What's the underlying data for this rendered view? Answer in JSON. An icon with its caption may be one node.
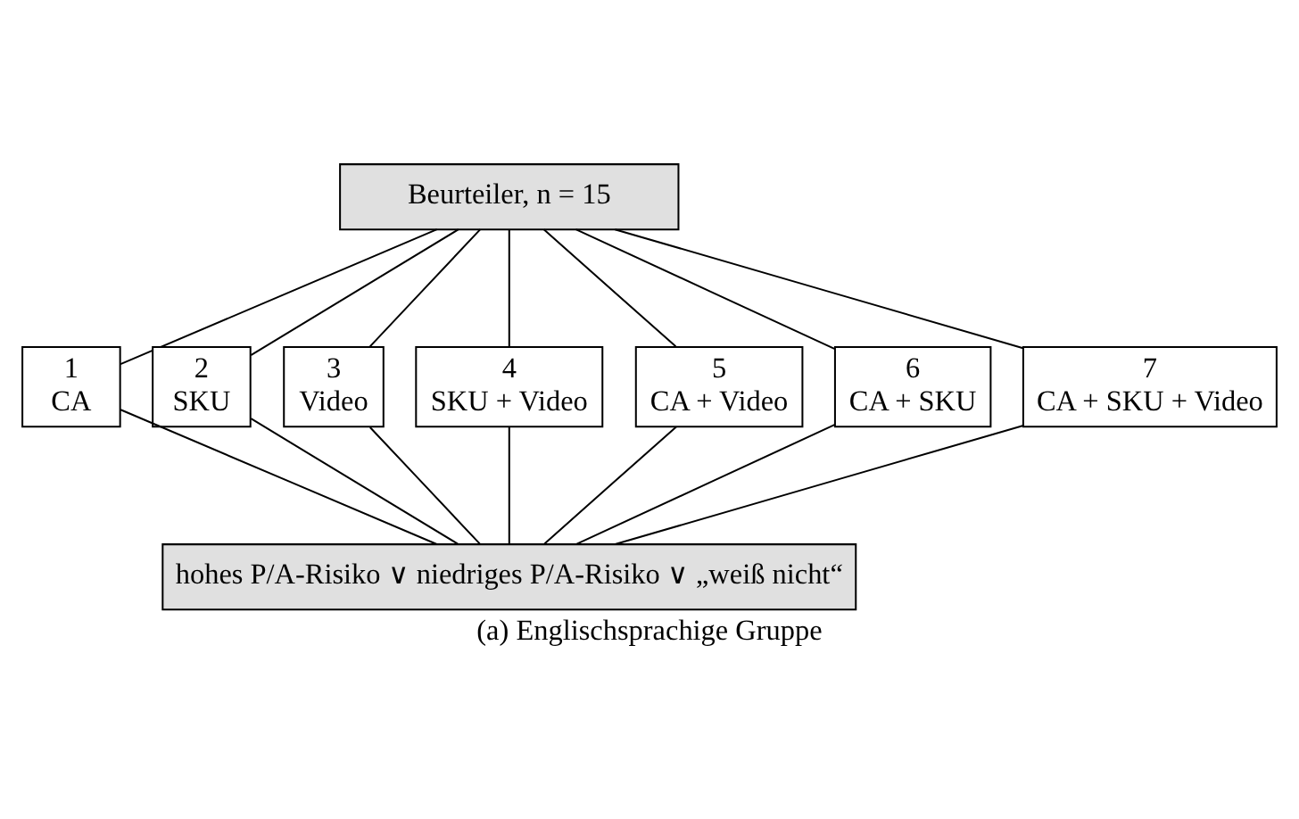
{
  "diagram": {
    "caption": "(a) Englischsprachige Gruppe",
    "nodes": [
      {
        "text": [
          "Beurteiler, n = 15"
        ]
      },
      {
        "text": [
          "1",
          "CA"
        ]
      },
      {
        "text": [
          "2",
          "SKU"
        ]
      },
      {
        "text": [
          "3",
          "Video"
        ]
      },
      {
        "text": [
          "4",
          "SKU + Video"
        ]
      },
      {
        "text": [
          "5",
          "CA + Video"
        ]
      },
      {
        "text": [
          "6",
          "CA + SKU"
        ]
      },
      {
        "text": [
          "7",
          "CA + SKU + Video"
        ]
      },
      {
        "text": [
          "hohes P/A-Risiko ∨ niedriges P/A-Risiko ∨ „weiß nicht“"
        ]
      }
    ],
    "edges": [
      {
        "from": 0,
        "to": 1,
        "arrow": "none"
      },
      {
        "from": 0,
        "to": 2,
        "arrow": "none"
      },
      {
        "from": 0,
        "to": 3,
        "arrow": "none"
      },
      {
        "from": 0,
        "to": 4,
        "arrow": "none"
      },
      {
        "from": 0,
        "to": 5,
        "arrow": "none"
      },
      {
        "from": 0,
        "to": 6,
        "arrow": "none"
      },
      {
        "from": 0,
        "to": 7,
        "arrow": "none"
      },
      {
        "from": 1,
        "to": 8,
        "arrow": "none"
      },
      {
        "from": 2,
        "to": 8,
        "arrow": "none"
      },
      {
        "from": 3,
        "to": 8,
        "arrow": "none"
      },
      {
        "from": 4,
        "to": 8,
        "arrow": "none"
      },
      {
        "from": 5,
        "to": 8,
        "arrow": "none"
      },
      {
        "from": 6,
        "to": 8,
        "arrow": "none"
      },
      {
        "from": 7,
        "to": 8,
        "arrow": "none"
      }
    ]
  }
}
